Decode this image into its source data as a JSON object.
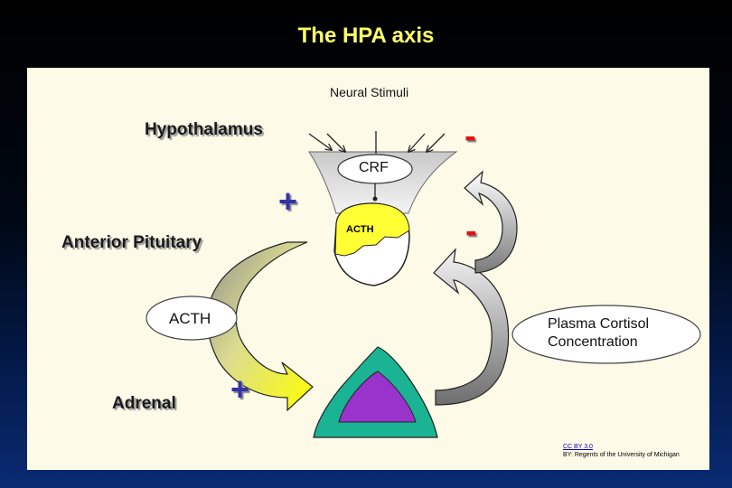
{
  "title": "The HPA axis",
  "labels": {
    "neural_stimuli": "Neural Stimuli",
    "hypothalamus": "Hypothalamus",
    "crf": "CRF",
    "acth_pituitary": "ACTH",
    "anterior_pituitary": "Anterior Pituitary",
    "acth_bubble": "ACTH",
    "plasma_cortisol_line1": "Plasma Cortisol",
    "plasma_cortisol_line2": "Concentration",
    "adrenal": "Adrenal"
  },
  "signs": {
    "plus_upper": "+",
    "plus_lower": "+",
    "minus_upper": "-",
    "minus_lower": "-"
  },
  "credit": {
    "license": "CC BY 3.0",
    "attribution": "BY: Regents of the University of Michigan"
  },
  "colors": {
    "title": "#ffff66",
    "panel": "#fdfbe8",
    "acth_region": "#ffff33",
    "adrenal_cortex": "#1ab394",
    "adrenal_medulla": "#9933cc",
    "plus_sign": "#3333aa",
    "minus_sign": "#dd1111"
  }
}
